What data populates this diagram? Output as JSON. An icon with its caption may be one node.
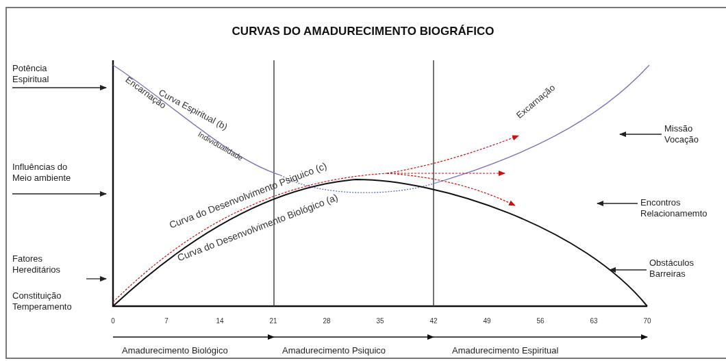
{
  "diagram": {
    "title": "CURVAS DO AMADURECIMENTO BIOGRÁFICO",
    "nodes": [
      {
        "text": [
          "Potência Espiritual"
        ]
      },
      {
        "text": [
          "Influências do Meio ambiente"
        ]
      },
      {
        "text": [
          "Fatores Hereditários",
          "Constituição Temperamento"
        ]
      },
      {
        "text": [
          "Missão Vocação"
        ]
      },
      {
        "text": [
          "Encontros Relacionamemto"
        ]
      },
      {
        "text": [
          "Obstáculos Barreiras"
        ]
      }
    ],
    "edges": [
      {
        "from": 0,
        "to": null,
        "arrow": "to"
      },
      {
        "from": 1,
        "to": null,
        "arrow": "to"
      },
      {
        "from": 2,
        "to": null,
        "arrow": "to"
      },
      {
        "from": 3,
        "to": null,
        "arrow": "to"
      },
      {
        "from": 4,
        "to": null,
        "arrow": "to"
      },
      {
        "from": 5,
        "to": null,
        "arrow": "to"
      }
    ],
    "labels": [
      "Curva Espiritual (b)",
      "Encarnação",
      "Individualidade",
      "Curva do Desenvolvimento Psiquico (c)",
      "Curva do Desenvolvimento Biológico (a)",
      "Excarnação",
      "0",
      "7",
      "14",
      "21",
      "28",
      "35",
      "42",
      "49",
      "56",
      "63",
      "70",
      "Amadurecimento Biológico",
      "Amadurecimento Psiquico",
      "Amadurecimento Espiritual"
    ]
  }
}
